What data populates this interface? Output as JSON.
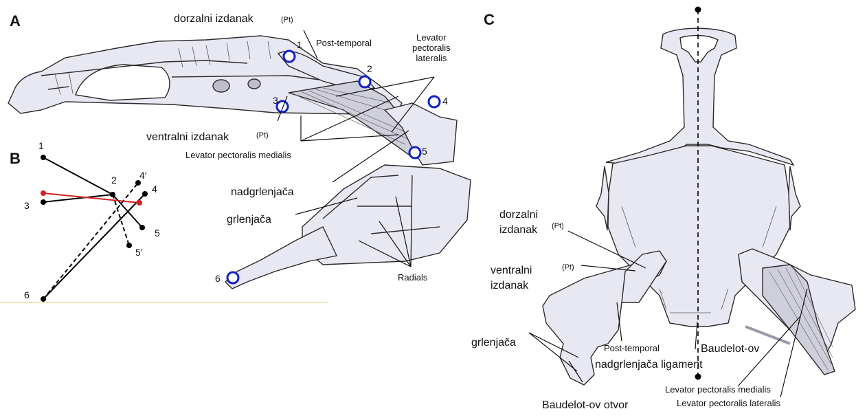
{
  "panels": {
    "a": "A",
    "b": "B",
    "c": "C"
  },
  "panel_a": {
    "dorzalni": "dorzalni izdanak",
    "pt_dorzalni": "(Pt)",
    "post_temporal": "Post-temporal",
    "levator_lateralis": "Levator\npectoralis\nlateralis",
    "ventralni": "ventralni izdanak",
    "pt_ventralni": "(Pt)",
    "levator_medialis": "Levator pectoralis medialis",
    "nadgrlenjaca": "nadgrlenjača",
    "grlenjaca": "grlenjača",
    "radials": "Radials",
    "points": [
      "1",
      "2",
      "3",
      "4",
      "5",
      "6"
    ]
  },
  "panel_b": {
    "points": [
      "1",
      "2",
      "3",
      "4′",
      "4",
      "5",
      "5′",
      "6"
    ]
  },
  "panel_c": {
    "dorzalni": "dorzalni\nizdanak",
    "pt_dorzalni": "(Pt)",
    "pt_ventralni": "(Pt)",
    "ventralni": "ventralni\nizdanak",
    "grlenjaca": "grlenjača",
    "post_temporal": "Post-temporal",
    "baudelot": "Baudelot-ov",
    "nadgrlenjaca_ligament": "nadgrlenjača ligament",
    "levator_medialis": "Levator pectoralis medialis",
    "levator_lateralis": "Levator pectoralis lateralis",
    "baudelot_otvor": "Baudelot-ov otvor"
  },
  "colors": {
    "bone_fill": "#e8e8f2",
    "outline": "#222222",
    "marker": "#1020c8",
    "red": "#d42020",
    "ground": "#efe8c0"
  }
}
